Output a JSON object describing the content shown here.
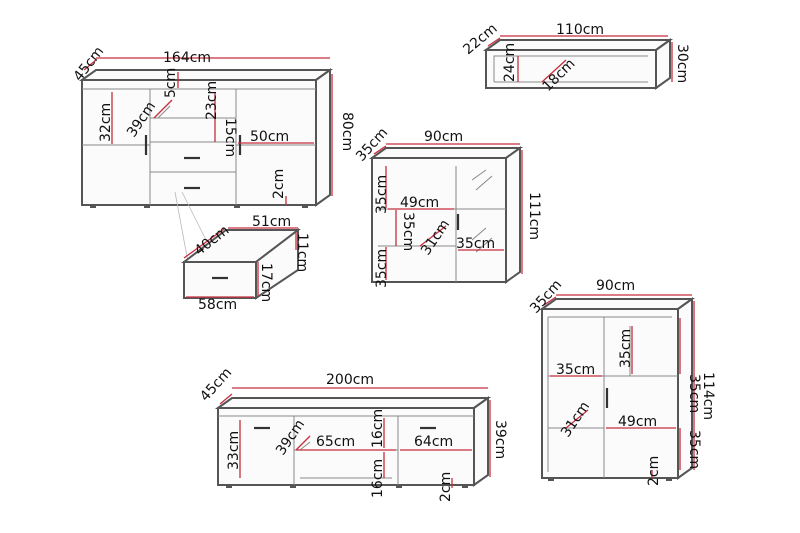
{
  "colors": {
    "dimension_line": "#c62f3e",
    "furniture_outline": "#555555",
    "text": "#111111"
  },
  "sideboard": {
    "depth": "45cm",
    "width": "164cm",
    "height": "80cm",
    "top_thickness": "5cm",
    "side_shelf": "32cm",
    "center_depth": "39cm",
    "center_top": "23cm",
    "drawer_top": "15cm",
    "right_width": "50cm",
    "leg": "2cm"
  },
  "drawer": {
    "depth": "40cm",
    "width": "51cm",
    "outer_width": "58cm",
    "height_inner": "11cm",
    "height_outer": "17cm"
  },
  "wall_shelf": {
    "depth": "22cm",
    "width": "110cm",
    "height": "30cm",
    "inner_height": "24cm",
    "inner_depth": "18cm"
  },
  "display_small": {
    "depth": "35cm",
    "width": "90cm",
    "height": "111cm",
    "top_compartment": "35cm",
    "inner_width": "49cm",
    "mid_compartment": "35cm",
    "depth_inner": "31cm",
    "right_compartment": "35cm",
    "bottom_compartment": "35cm"
  },
  "display_tall": {
    "depth": "35cm",
    "width": "90cm",
    "height": "114cm",
    "left_shelf": "35cm",
    "top_right": "35cm",
    "upper_compartment": "35cm",
    "depth_inner": "31cm",
    "inner_width": "49cm",
    "lower_compartment": "35cm",
    "leg": "2cm"
  },
  "tv_unit": {
    "depth": "45cm",
    "width": "200cm",
    "height": "39cm",
    "left_height": "33cm",
    "center_depth": "39cm",
    "center_width": "65cm",
    "center_height_top": "16cm",
    "right_width": "64cm",
    "center_height_bottom": "16cm",
    "leg": "2cm"
  }
}
